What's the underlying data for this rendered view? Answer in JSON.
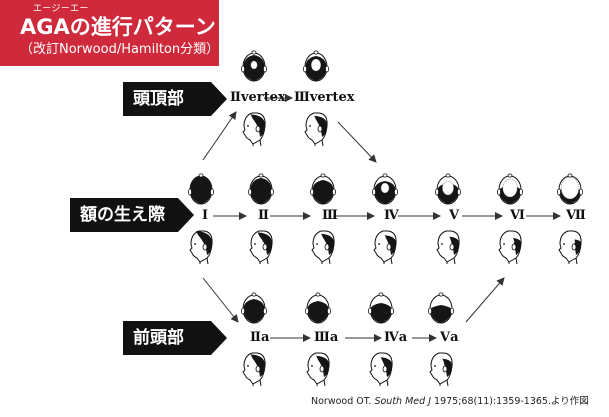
{
  "title": {
    "ruby": "エージーエー",
    "main": "AGAの進行パターン",
    "sub": "（改訂Norwood/Hamilton分類）"
  },
  "labels": {
    "vertex": "頭頂部",
    "hairline": "額の生え際",
    "frontal": "前頭部"
  },
  "stages": {
    "vertex": [
      "Ⅱvertex",
      "Ⅲvertex"
    ],
    "hairline": [
      "Ⅰ",
      "Ⅱ",
      "Ⅲ",
      "Ⅳ",
      "Ⅴ",
      "Ⅵ",
      "Ⅶ"
    ],
    "frontal": [
      "Ⅱa",
      "Ⅲa",
      "Ⅳa",
      "Ⅴa"
    ]
  },
  "citation": {
    "author": "Norwood OT. ",
    "journal": "South Med J",
    "rest": " 1975;68(11):1359-1365.より作図"
  },
  "colors": {
    "title_bg": "#cf2a3c",
    "label_bg": "#111111"
  },
  "icons": {
    "top_view": "head-top-view-icon",
    "side_view": "head-side-view-icon"
  }
}
